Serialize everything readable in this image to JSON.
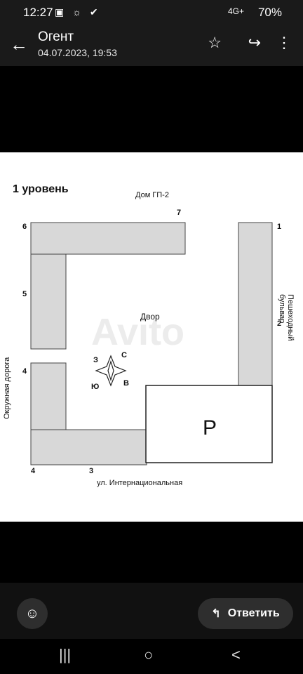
{
  "status": {
    "time": "12:27",
    "battery": "70%",
    "network": "4G+"
  },
  "header": {
    "title": "Огент",
    "subtitle": "04.07.2023, 19:53"
  },
  "icons": {
    "back": "arrow-left-icon",
    "favorite": "star-icon",
    "share": "forward-icon",
    "more": "more-vert-icon"
  },
  "plan": {
    "title": "1 уровень",
    "labels": {
      "top": "Дом ГП-2",
      "left": "Окружная дорога",
      "right": "Пешеходный бульвар",
      "bottom": "ул. Интернациональная",
      "courtyard": "Двор",
      "parking": "P",
      "compass": {
        "z": "З",
        "s": "С",
        "yu": "Ю",
        "v": "В"
      },
      "watermark": "Avito"
    },
    "numbers": [
      "7",
      "6",
      "1",
      "5",
      "2",
      "4",
      "4",
      "3"
    ]
  },
  "actions": {
    "reply_label": "Ответить"
  },
  "nav": {
    "recents": "|||",
    "home": "○",
    "back": "<"
  }
}
